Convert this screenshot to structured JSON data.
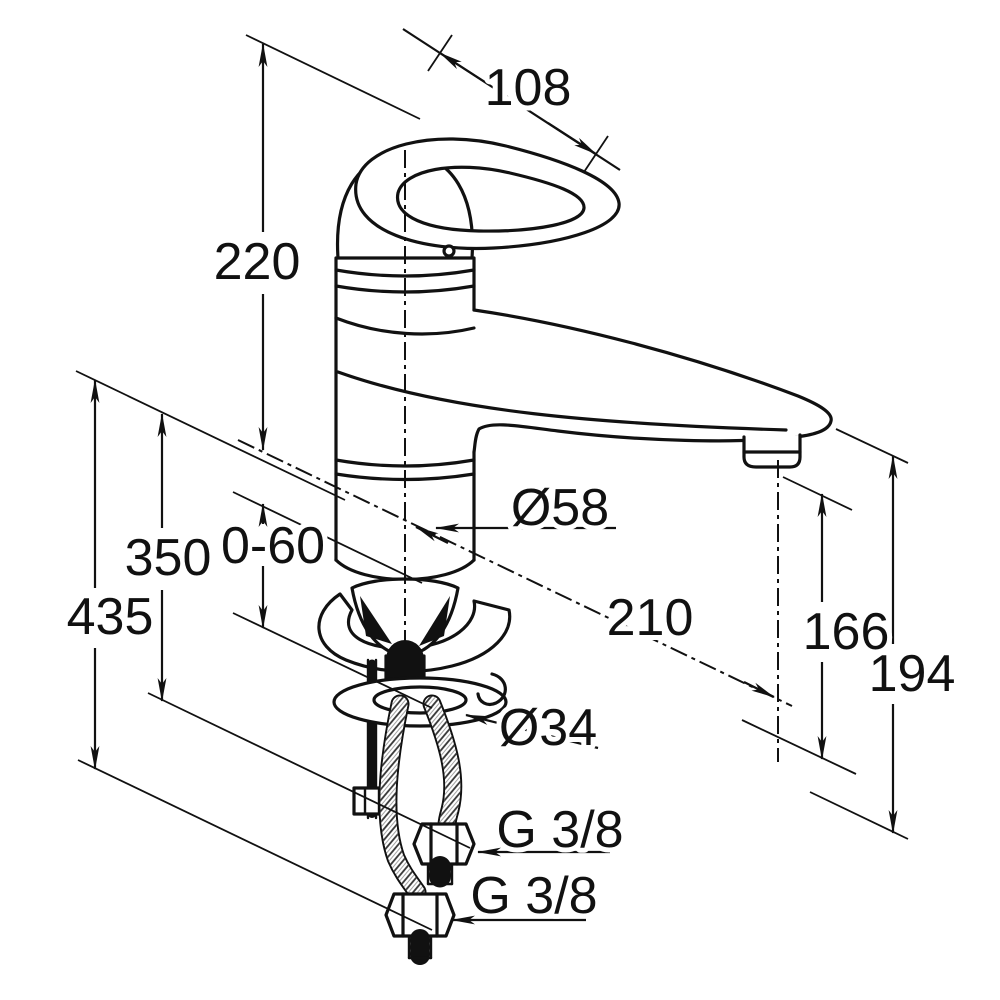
{
  "drawing": {
    "background": "#ffffff",
    "line_color": "#111111",
    "dimensions": {
      "d108": "108",
      "d220": "220",
      "d350": "350",
      "d0_60": "0-60",
      "d435": "435",
      "dia58": "Ø58",
      "d210": "210",
      "d166": "166",
      "d194": "194",
      "dia34": "Ø34",
      "g38_upper": "G 3/8",
      "g38_lower": "G 3/8"
    }
  }
}
